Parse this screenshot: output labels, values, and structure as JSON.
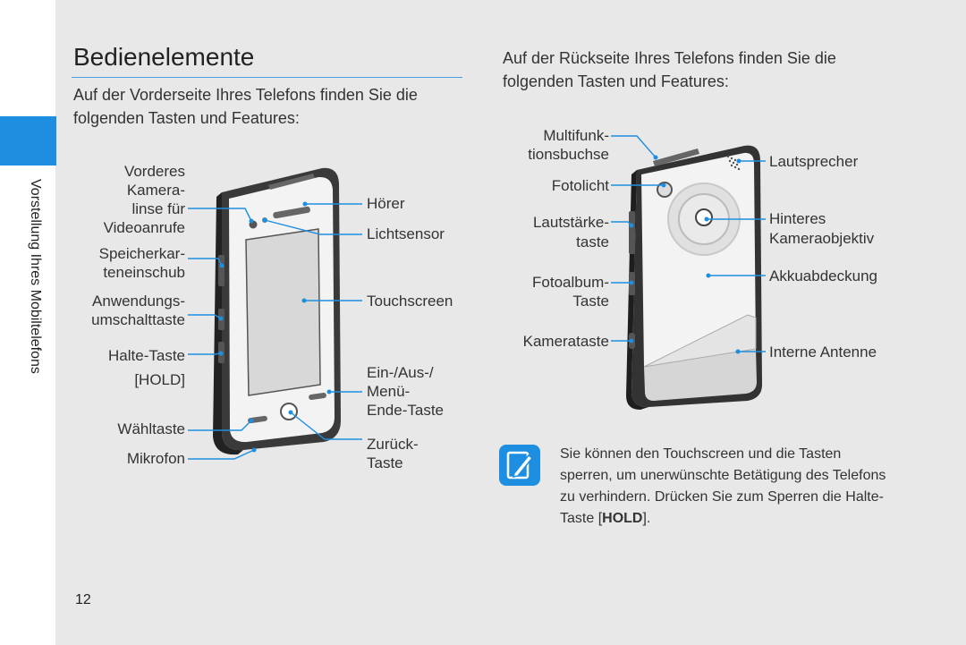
{
  "side_tab": {
    "label": "Vorstellung Ihres Mobiltelefons",
    "color": "#1e8fe0"
  },
  "title": "Bedienelemente",
  "left_intro": "Auf der Vorderseite Ihres Telefons finden Sie die folgenden Tasten und Features:",
  "right_intro": "Auf der Rückseite Ihres Telefons finden Sie die folgenden Tasten und Features:",
  "front_labels": {
    "front_camera_1": "Vorderes",
    "front_camera_2": "Kamera-",
    "front_camera_3": "linse für",
    "front_camera_4": "Videoanrufe",
    "memory_1": "Speicherkar-",
    "memory_2": "teneinschub",
    "app_switch_1": "Anwendungs-",
    "app_switch_2": "umschalttaste",
    "hold_1": "Halte-Taste",
    "hold_2": "[HOLD]",
    "dial": "Wähltaste",
    "mic": "Mikrofon",
    "earpiece": "Hörer",
    "light_sensor": "Lichtsensor",
    "touchscreen": "Touchscreen",
    "power_1": "Ein-/Aus-/",
    "power_2": "Menü-",
    "power_3": "Ende-Taste",
    "back_1": "Zurück-",
    "back_2": "Taste"
  },
  "back_labels": {
    "multi_1": "Multifunk-",
    "multi_2": "tionsbuchse",
    "flash": "Fotolicht",
    "volume_1": "Lautstärke-",
    "volume_2": "taste",
    "album_1": "Fotoalbum-",
    "album_2": "Taste",
    "camera_key": "Kamerataste",
    "speaker": "Lautsprecher",
    "rear_lens_1": "Hinteres",
    "rear_lens_2": "Kameraobjektiv",
    "battery": "Akkuabdeckung",
    "antenna": "Interne Antenne"
  },
  "note": {
    "text_1": "Sie können den Touchscreen und die Tasten sperren, um unerwünschte Betätigung des Telefons zu verhindern. Drücken Sie zum Sperren die Halte-Taste [",
    "bold": "HOLD",
    "text_2": "]."
  },
  "page_number": "12",
  "accent_color": "#1e8fe0"
}
